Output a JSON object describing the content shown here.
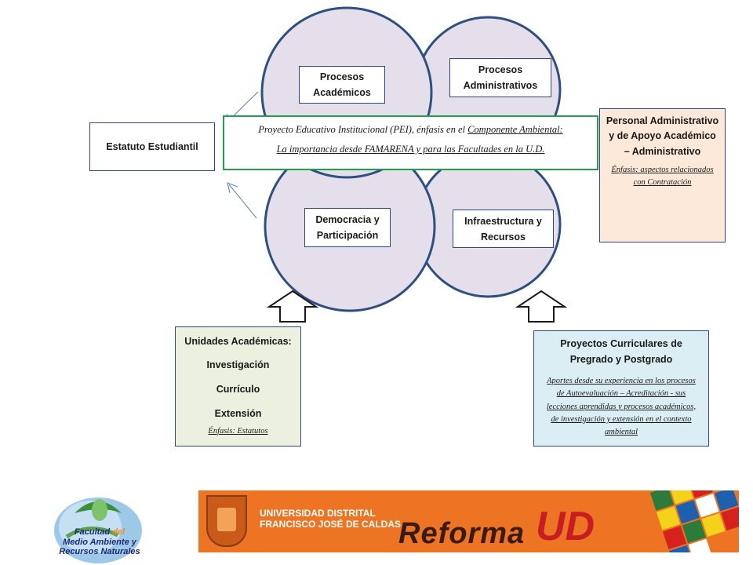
{
  "circles": {
    "academicos": "Procesos Académicos",
    "administrativos": "Procesos Administrativos",
    "democracia": "Democracia y Participación",
    "infraestructura": "Infraestructura y Recursos"
  },
  "pei": {
    "line1_prefix": "Proyecto Educativo Institucional (PEI), énfasis en el ",
    "line1_underlined": "Componente Ambiental:",
    "line2": "La importancia desde FAMARENA y para las Facultades en la U.D."
  },
  "estatuto": "Estatuto Estudiantil",
  "personal": {
    "title": "Personal Administrativo y de Apoyo Académico – Administrativo",
    "note": "Énfasis: aspectos relacionados con Contratación"
  },
  "unidades": {
    "title": "Unidades Académicas:",
    "items": [
      "Investigación",
      "Currículo",
      "Extensión"
    ],
    "note": "Énfasis: Estatutos"
  },
  "proyectos": {
    "title": "Proyectos Curriculares de Pregrado y Postgrado",
    "note": "Aportes desde su experiencia en los procesos de Autoevaluación – Acreditación - sus lecciones aprendidas y procesos académicos, de investigación y extensión en el contexto ambiental"
  },
  "logo_left": {
    "line1a": "Facultad",
    "line1b": "del",
    "line2": "Medio Ambiente y",
    "line3": "Recursos Naturales"
  },
  "banner": {
    "univ_line1": "UNIVERSIDAD DISTRITAL",
    "univ_line2": "FRANCISCO JOSÉ DE CALDAS",
    "reforma": "Reforma",
    "ud": "UD"
  },
  "colors": {
    "circle_fill": "#e5dfec",
    "circle_stroke": "#2e4f7f",
    "pei_border": "#21a04a",
    "personal_fill": "#fde9d9",
    "unidades_fill": "#ebf1de",
    "proyectos_fill": "#dbeef4",
    "banner_orange": "#ec7422"
  }
}
